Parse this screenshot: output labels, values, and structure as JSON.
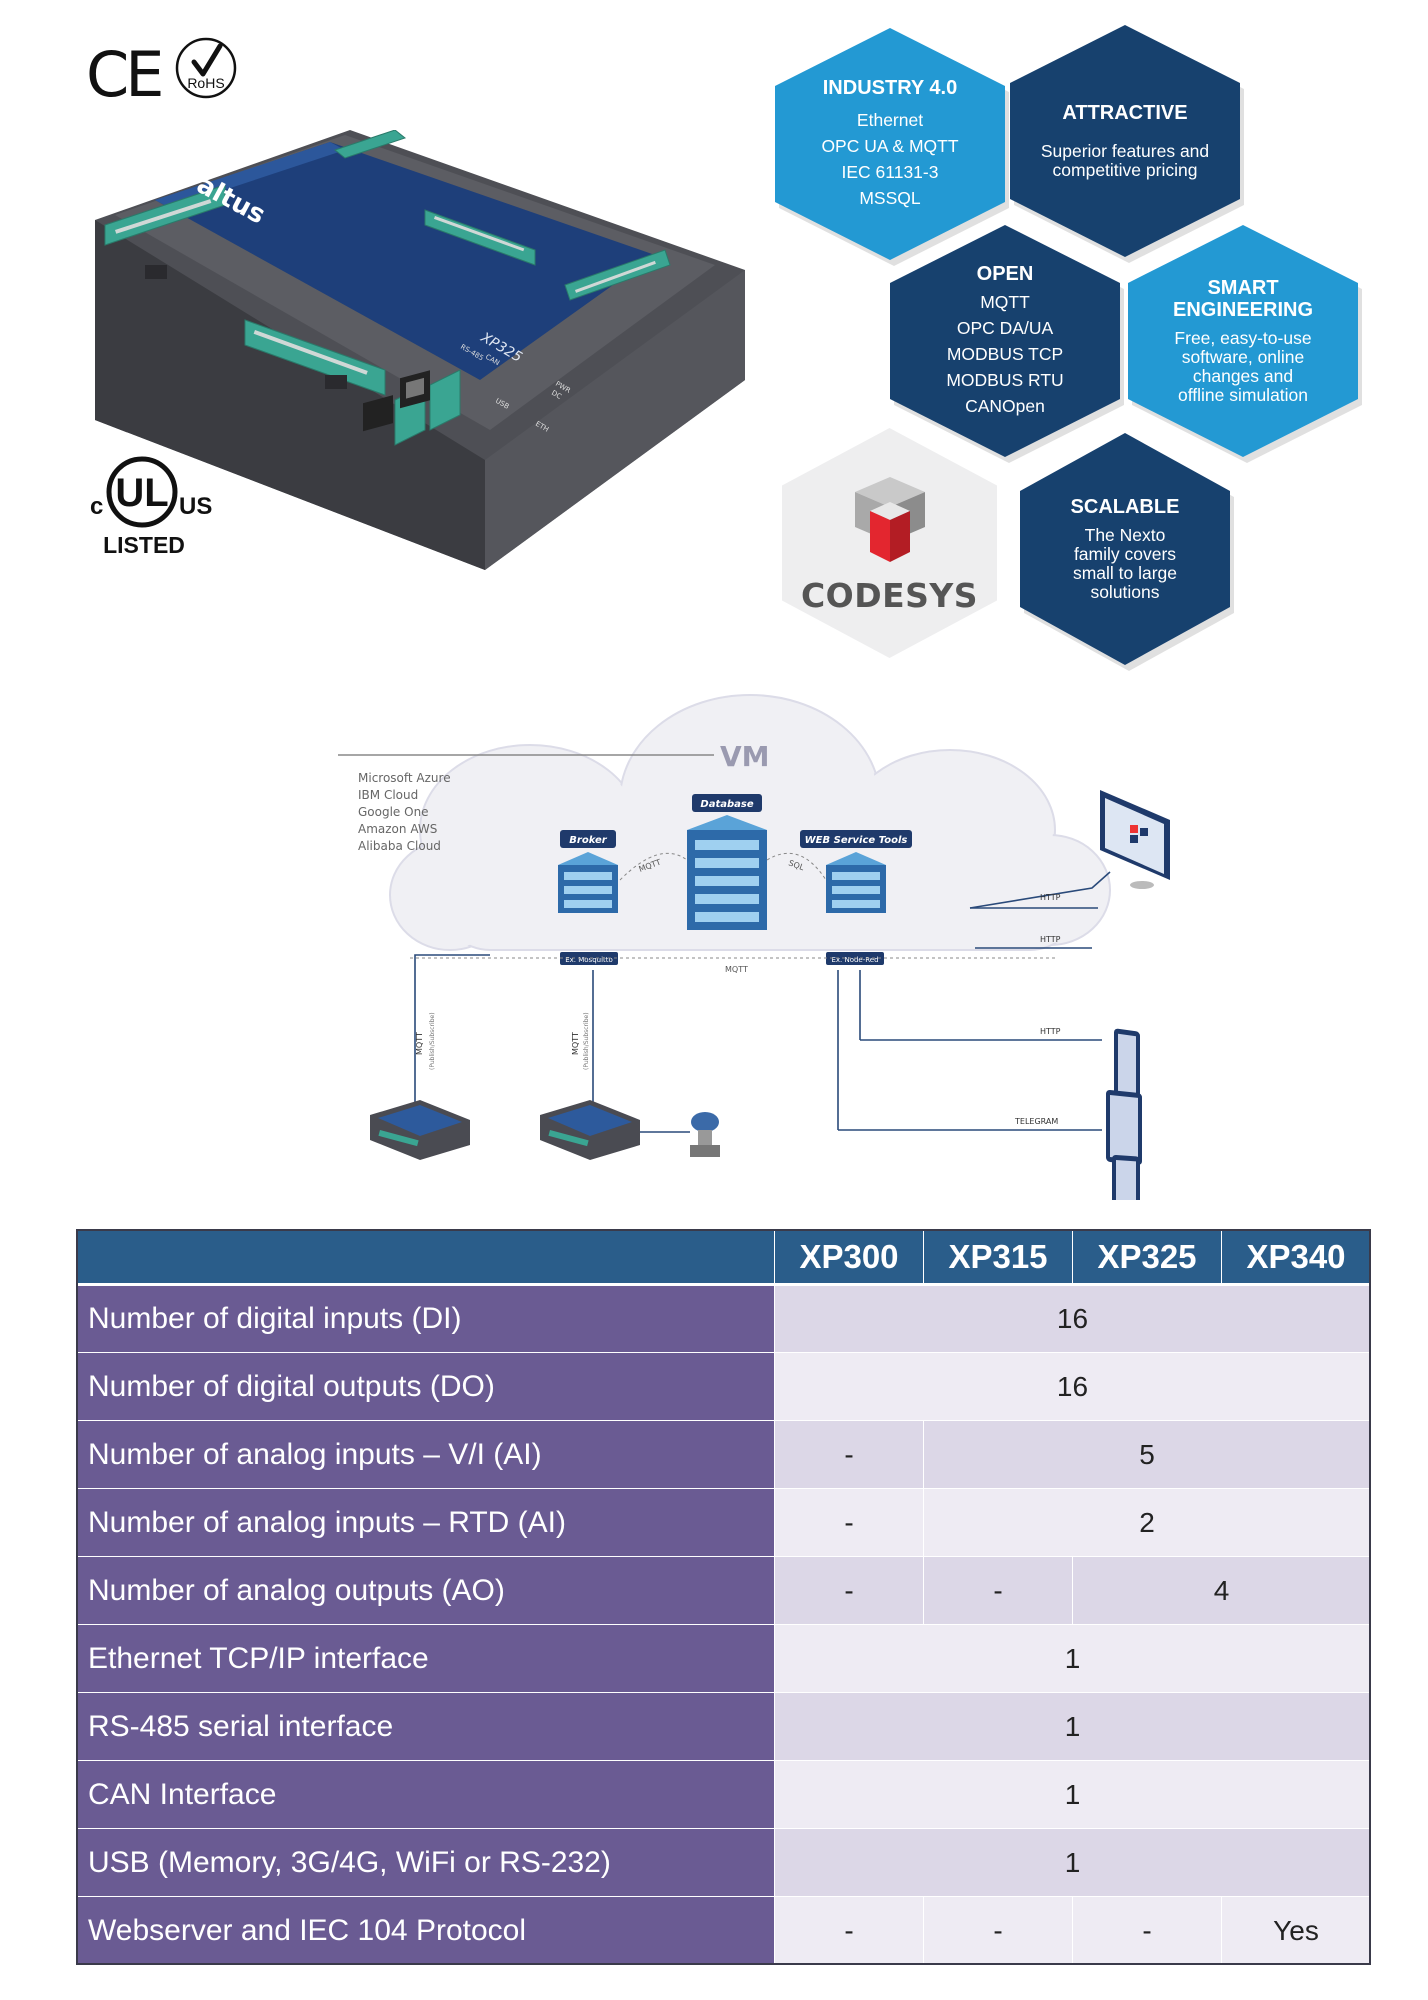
{
  "certifications": {
    "ce_mark": "CE",
    "rohs_label": "RoHS",
    "ul_c": "c",
    "ul_mark": "UL",
    "ul_us": "US",
    "ul_listed": "LISTED"
  },
  "device": {
    "brand": "altus",
    "model": "XP325",
    "port_labels": [
      "USB",
      "ETH",
      "PWR",
      "DC",
      "CAN",
      "RS-485"
    ]
  },
  "features": {
    "industry": {
      "title": "INDUSTRY 4.0",
      "lines": [
        "Ethernet",
        "OPC UA & MQTT",
        "IEC 61131-3",
        "MSSQL"
      ]
    },
    "attractive": {
      "title": "ATTRACTIVE",
      "lines": [
        "Superior features and",
        "competitive pricing"
      ]
    },
    "open": {
      "title": "OPEN",
      "lines": [
        "MQTT",
        "OPC DA/UA",
        "MODBUS TCP",
        "MODBUS RTU",
        "CANOpen"
      ]
    },
    "smart": {
      "title_lines": [
        "SMART",
        "ENGINEERING"
      ],
      "lines": [
        "Free, easy-to-use",
        "software, online",
        "changes and",
        "offline simulation"
      ]
    },
    "codesys": {
      "word": "CODESYS"
    },
    "scalable": {
      "title": "SCALABLE",
      "lines": [
        "The Nexto",
        "family covers",
        "small to large",
        "solutions"
      ]
    }
  },
  "diagram": {
    "vm_label": "VM",
    "clouds": [
      "Microsoft Azure",
      "IBM Cloud",
      "Google One",
      "Amazon AWS",
      "Alibaba Cloud"
    ],
    "broker_label": "Broker",
    "database_label": "Database",
    "web_tools_label": "WEB Service Tools",
    "broker_sub": "Ex. Mosquitto",
    "web_sub": "Ex. Node-Red",
    "mqtt": "MQTT",
    "sql": "SQL",
    "publish_subscribe": "(Publish/Subscribe)",
    "http": "HTTP",
    "telegram": "TELEGRAM"
  },
  "table": {
    "headers": [
      "",
      "XP300",
      "XP315",
      "XP325",
      "XP340"
    ],
    "rows": [
      {
        "label": "Number of digital inputs (DI)",
        "cells": [
          {
            "text": "16",
            "span": 4
          }
        ]
      },
      {
        "label": "Number of digital outputs (DO)",
        "cells": [
          {
            "text": "16",
            "span": 4
          }
        ]
      },
      {
        "label": "Number of analog inputs – V/I (AI)",
        "cells": [
          {
            "text": "-",
            "span": 1
          },
          {
            "text": "5",
            "span": 3
          }
        ]
      },
      {
        "label": "Number of analog inputs – RTD (AI)",
        "cells": [
          {
            "text": "-",
            "span": 1
          },
          {
            "text": "2",
            "span": 3
          }
        ]
      },
      {
        "label": "Number of analog outputs (AO)",
        "cells": [
          {
            "text": "-",
            "span": 1
          },
          {
            "text": "-",
            "span": 1
          },
          {
            "text": "4",
            "span": 2
          }
        ]
      },
      {
        "label": "Ethernet TCP/IP interface",
        "cells": [
          {
            "text": "1",
            "span": 4
          }
        ]
      },
      {
        "label": "RS-485 serial interface",
        "cells": [
          {
            "text": "1",
            "span": 4
          }
        ]
      },
      {
        "label": "CAN Interface",
        "cells": [
          {
            "text": "1",
            "span": 4
          }
        ]
      },
      {
        "label": "USB (Memory, 3G/4G, WiFi or RS-232)",
        "cells": [
          {
            "text": "1",
            "span": 4
          }
        ]
      },
      {
        "label": "Webserver and IEC 104 Protocol",
        "cells": [
          {
            "text": "-",
            "span": 1
          },
          {
            "text": "-",
            "span": 1
          },
          {
            "text": "-",
            "span": 1
          },
          {
            "text": "Yes",
            "span": 1
          }
        ]
      }
    ]
  },
  "colors": {
    "hex_light": "#2399d3",
    "hex_dark": "#17416e",
    "table_header": "#2a5d8a",
    "table_label": "#6a5b93",
    "row_odd": "#dcd7e7",
    "row_even": "#eeebf3"
  }
}
